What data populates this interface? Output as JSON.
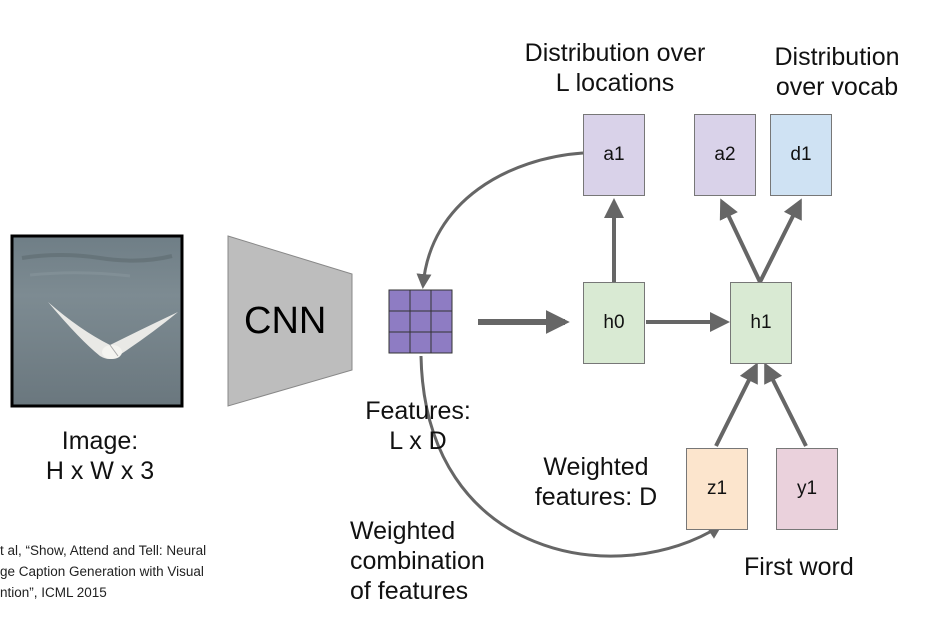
{
  "image": {
    "description_label_1": "Image:",
    "description_label_2": "H x W x 3"
  },
  "cnn": {
    "label": "CNN"
  },
  "features": {
    "label_1": "Features:",
    "label_2": "L x D"
  },
  "nodes": {
    "a1": "a1",
    "a2": "a2",
    "d1": "d1",
    "h0": "h0",
    "h1": "h1",
    "z1": "z1",
    "y1": "y1"
  },
  "labels": {
    "dist_locations_1": "Distribution over",
    "dist_locations_2": "L locations",
    "dist_vocab_1": "Distribution",
    "dist_vocab_2": "over vocab",
    "weighted_features_1": "Weighted",
    "weighted_features_2": "features: D",
    "weighted_combination_1": "Weighted",
    "weighted_combination_2": "combination",
    "weighted_combination_3": "of features",
    "first_word": "First word"
  },
  "citation": {
    "line_1": "t al, “Show, Attend and Tell: Neural",
    "line_2": "ge Caption Generation with Visual",
    "line_3": "ntion”, ICML 2015"
  },
  "colors": {
    "a_node": "#d9d2e9",
    "d_node": "#cfe2f3",
    "h_node": "#d9ead3",
    "z_node": "#fce5cd",
    "y_node": "#ead1dc",
    "grid": "#8e7cc3",
    "cnn": "#bdbdbd",
    "arrow": "#666666"
  }
}
